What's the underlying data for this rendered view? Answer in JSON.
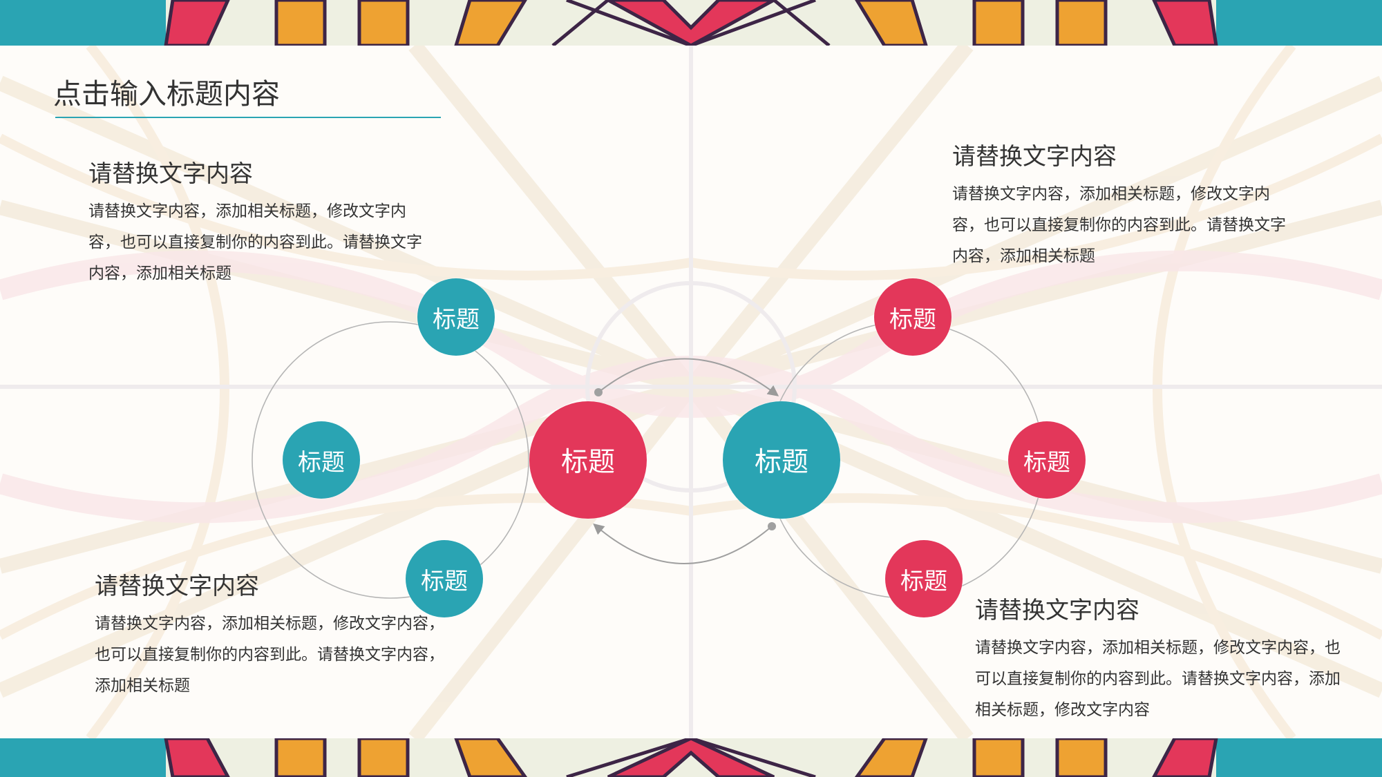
{
  "slide": {
    "title": "点击输入标题内容",
    "colors": {
      "teal": "#2aa4b3",
      "red": "#e3375a",
      "orange": "#eea232",
      "dark": "#3d2546",
      "cream": "#eef0e2"
    }
  },
  "blocks": {
    "top_left": {
      "heading": "请替换文字内容",
      "body": "请替换文字内容，添加相关标题，修改文字内容，也可以直接复制你的内容到此。请替换文字内容，添加相关标题"
    },
    "top_right": {
      "heading": "请替换文字内容",
      "body": "请替换文字内容，添加相关标题，修改文字内容，也可以直接复制你的内容到此。请替换文字内容，添加相关标题"
    },
    "bottom_left": {
      "heading": "请替换文字内容",
      "body": "请替换文字内容，添加相关标题，修改文字内容，也可以直接复制你的内容到此。请替换文字内容，添加相关标题"
    },
    "bottom_right": {
      "heading": "请替换文字内容",
      "body": "请替换文字内容，添加相关标题，修改文字内容，也可以直接复制你的内容到此。请替换文字内容，添加相关标题，修改文字内容"
    }
  },
  "diagram": {
    "left_center": "标题",
    "right_center": "标题",
    "left_top": "标题",
    "left_middle": "标题",
    "left_bottom": "标题",
    "right_top": "标题",
    "right_middle": "标题",
    "right_bottom": "标题"
  }
}
